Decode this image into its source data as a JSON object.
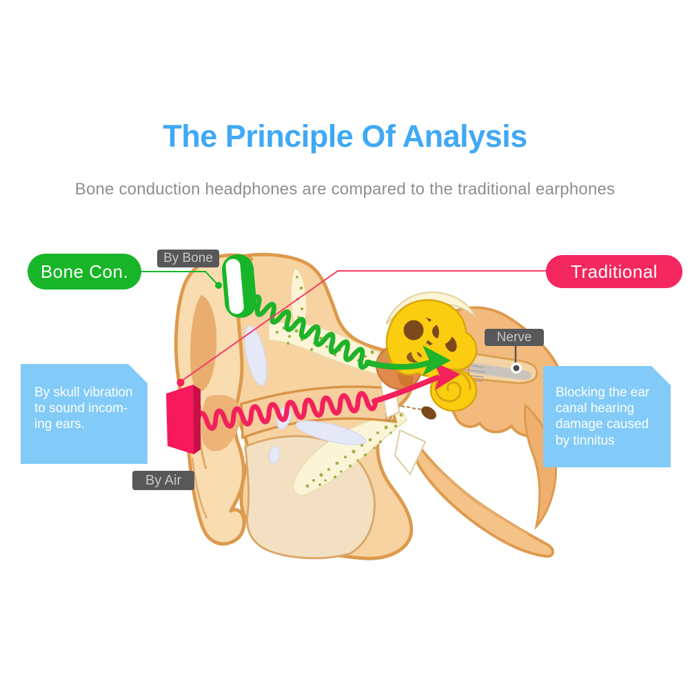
{
  "header": {
    "title": "The Principle Of Analysis",
    "subtitle": "Bone conduction headphones are compared to the traditional earphones"
  },
  "legend": {
    "bone_conduction": "Bone Con.",
    "traditional": "Traditional"
  },
  "tags": {
    "by_bone": "By Bone",
    "by_air": "By Air",
    "nerve": "Nerve"
  },
  "callouts": {
    "bone_note": "By skull vibration\nto sound incom-\ning ears.",
    "air_note": "Blocking the ear\ncanal hearing\ndamage caused\nby tinnitus"
  },
  "colors": {
    "title_blue": "#3FA9F5",
    "subtitle_gray": "#8E8E8E",
    "bone_green": "#17B527",
    "wave_green": "#1FB32A",
    "traditional_pink": "#F4275E",
    "wave_pink": "#F3215C",
    "earphone_pink": "#F6195B",
    "tag_gray": "#58585A",
    "callout_blue": "#82CBF8",
    "cochlea_yellow": "#FACD10",
    "skin_tone": "#F8D8A8"
  }
}
